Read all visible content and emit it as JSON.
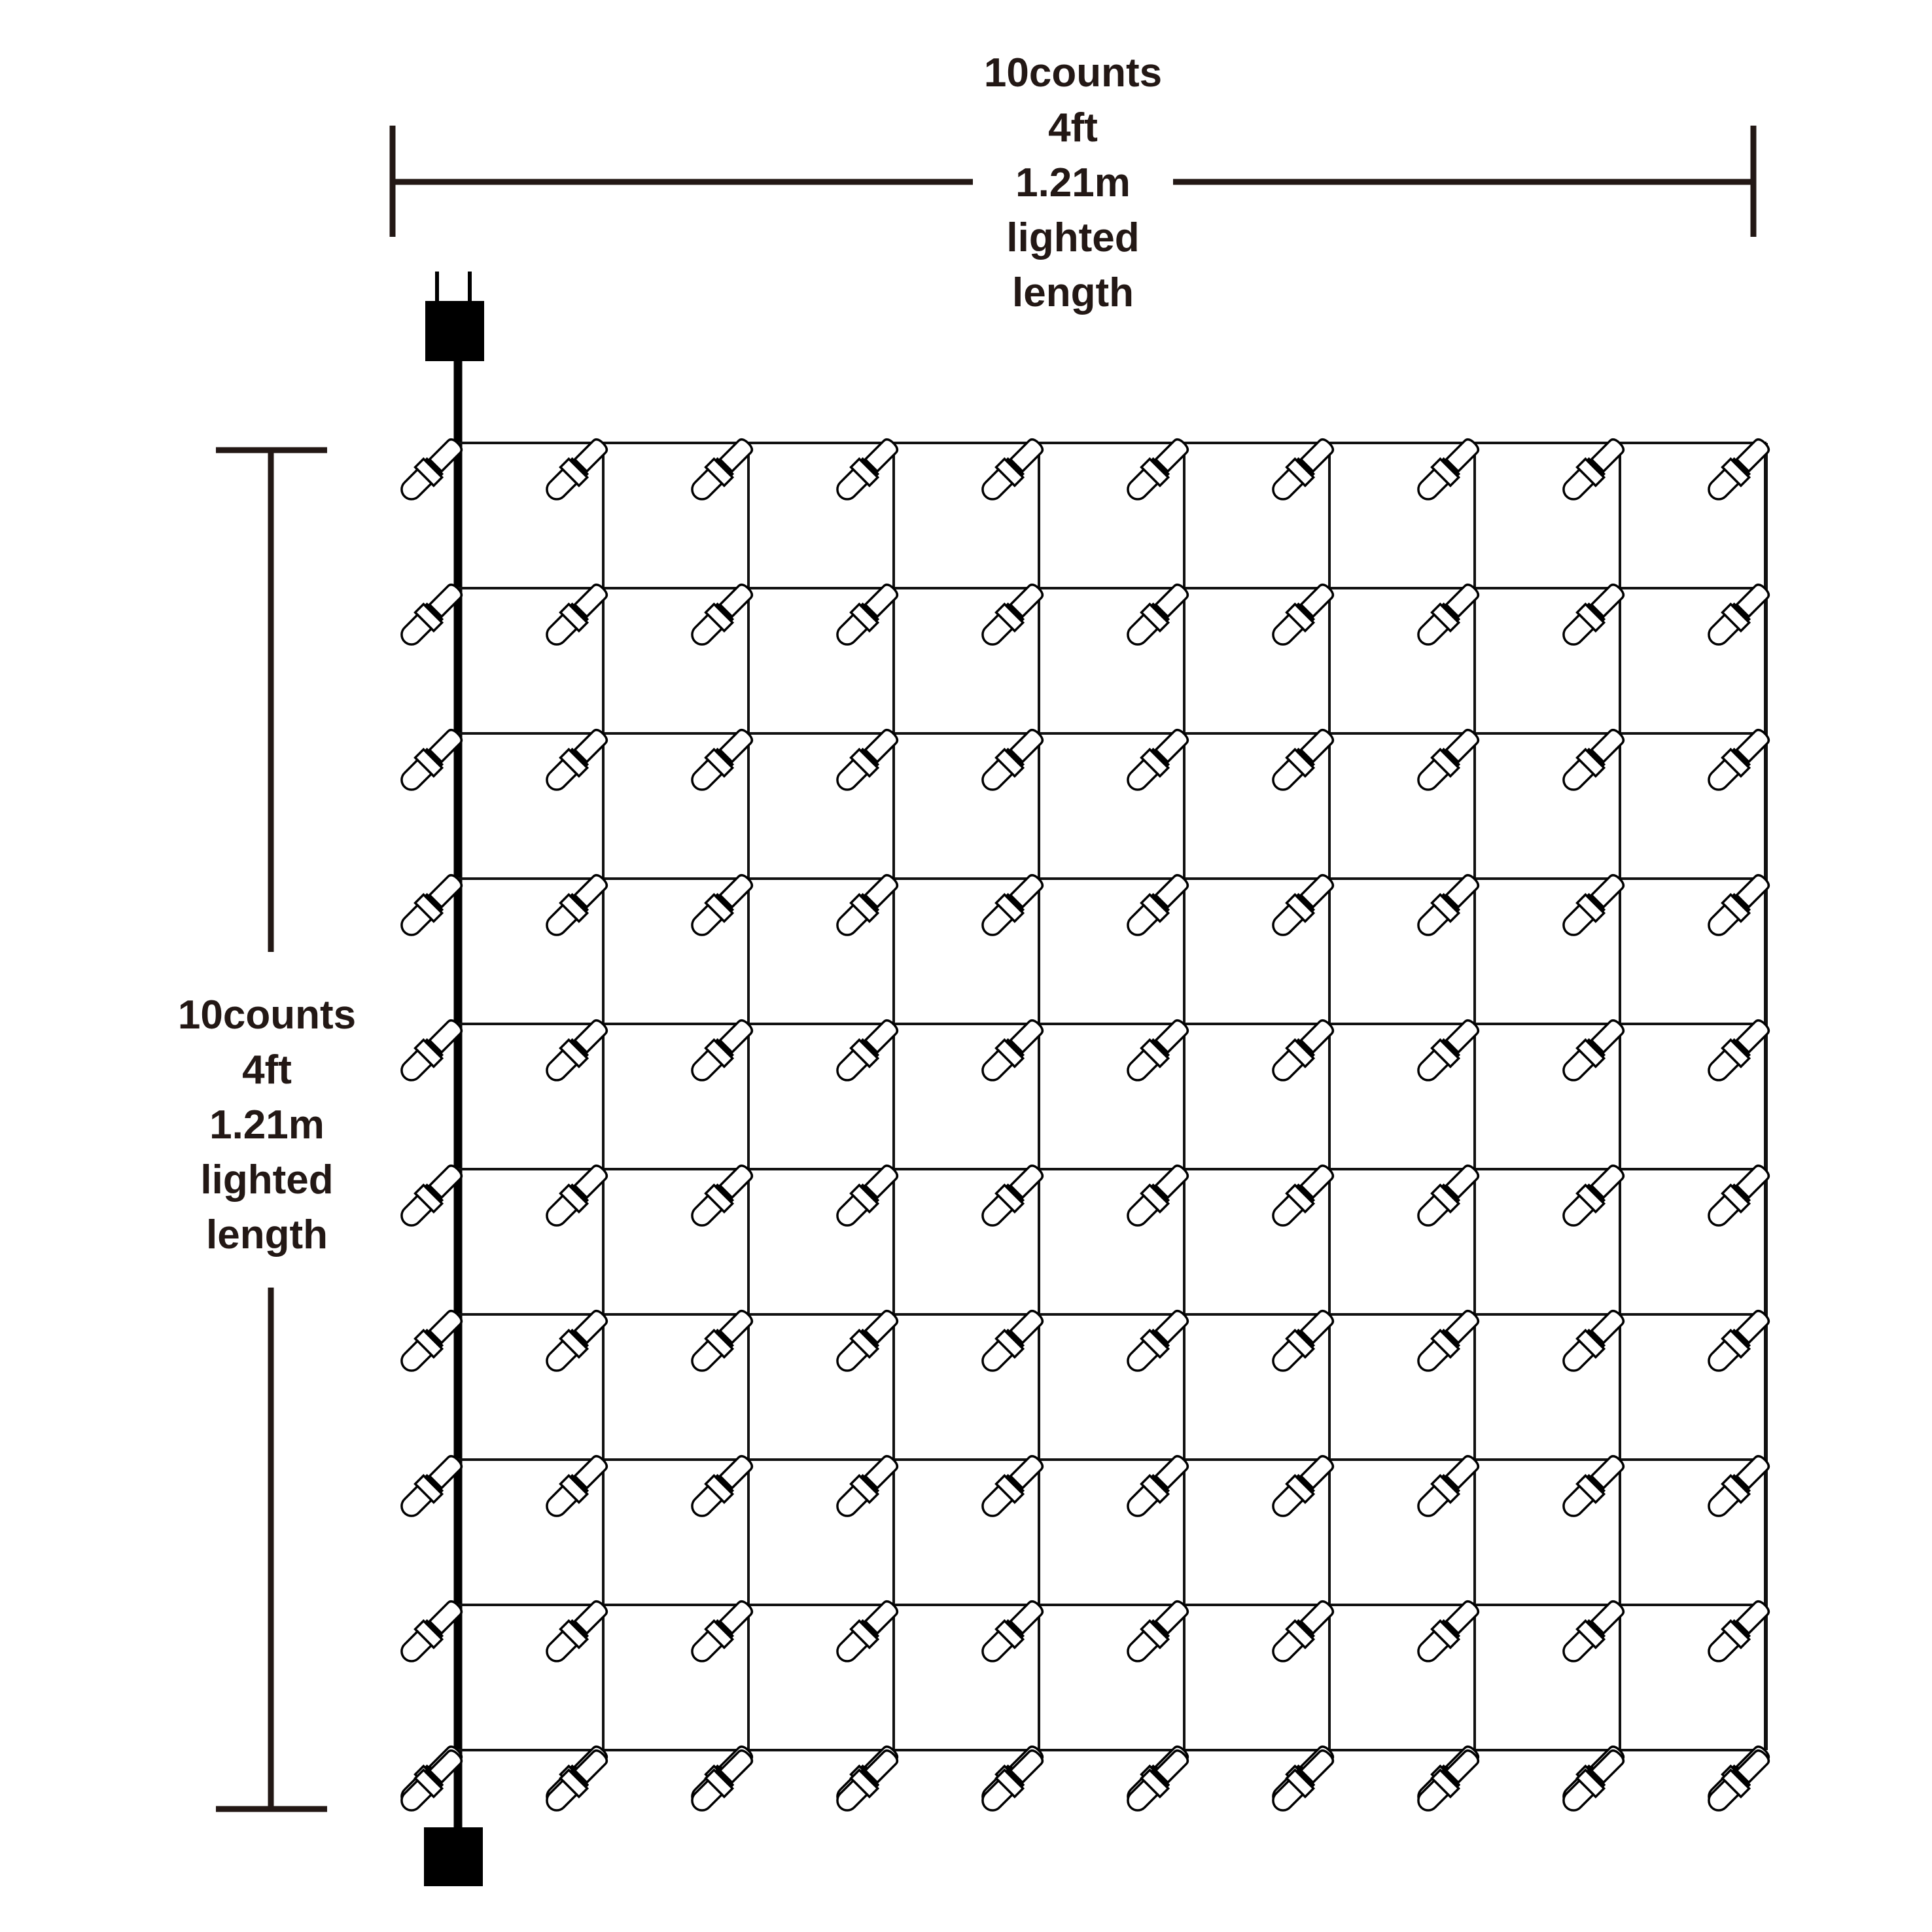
{
  "top_dimension": {
    "counts": "10counts",
    "feet": "4ft",
    "meters": "1.21m",
    "label_line1": "lighted",
    "label_line2": "length"
  },
  "left_dimension": {
    "counts": "10counts",
    "feet": "4ft",
    "meters": "1.21m",
    "label_line1": "lighted",
    "label_line2": "length"
  },
  "grid": {
    "columns": 10,
    "rows": 10
  },
  "colors": {
    "dimension_ink": "#231815",
    "wire": "#000000",
    "bulb_fill": "#ffffff"
  },
  "icons": {
    "bulb": "mini-light-bulb-icon",
    "plug": "power-plug-icon",
    "end_connector": "end-connector-icon"
  }
}
